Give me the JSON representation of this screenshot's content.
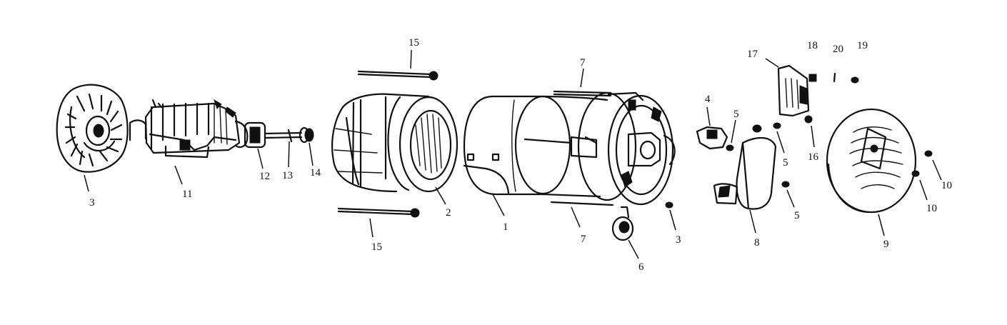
{
  "diagram": {
    "parts": [
      {
        "id": "fan-left",
        "label": "3"
      },
      {
        "id": "rotor",
        "label": "11"
      },
      {
        "id": "bearing",
        "label": "12"
      },
      {
        "id": "shaft-bolt",
        "label": "13"
      },
      {
        "id": "shaft-nut",
        "label": "14"
      },
      {
        "id": "through-bolt-top",
        "label": "15"
      },
      {
        "id": "through-bolt-bottom",
        "label": "15"
      },
      {
        "id": "stator",
        "label": "2"
      },
      {
        "id": "housing",
        "label": "1"
      },
      {
        "id": "rod-top",
        "label": "7"
      },
      {
        "id": "rod-bottom",
        "label": "7"
      },
      {
        "id": "knob",
        "label": "6"
      },
      {
        "id": "screw-center",
        "label": "3"
      },
      {
        "id": "brush-holder",
        "label": "4"
      },
      {
        "id": "screw-upper",
        "label": "5"
      },
      {
        "id": "screw-mid",
        "label": "5"
      },
      {
        "id": "screw-lower",
        "label": "5"
      },
      {
        "id": "cover-plate",
        "label": "8"
      },
      {
        "id": "control-panel",
        "label": "17"
      },
      {
        "id": "nut-18",
        "label": "18"
      },
      {
        "id": "pin-20",
        "label": "20"
      },
      {
        "id": "screw-19",
        "label": "19"
      },
      {
        "id": "screw-16",
        "label": "16"
      },
      {
        "id": "end-cap",
        "label": "9"
      },
      {
        "id": "screw-10-upper",
        "label": "10"
      },
      {
        "id": "screw-10-lower",
        "label": "10"
      }
    ]
  }
}
